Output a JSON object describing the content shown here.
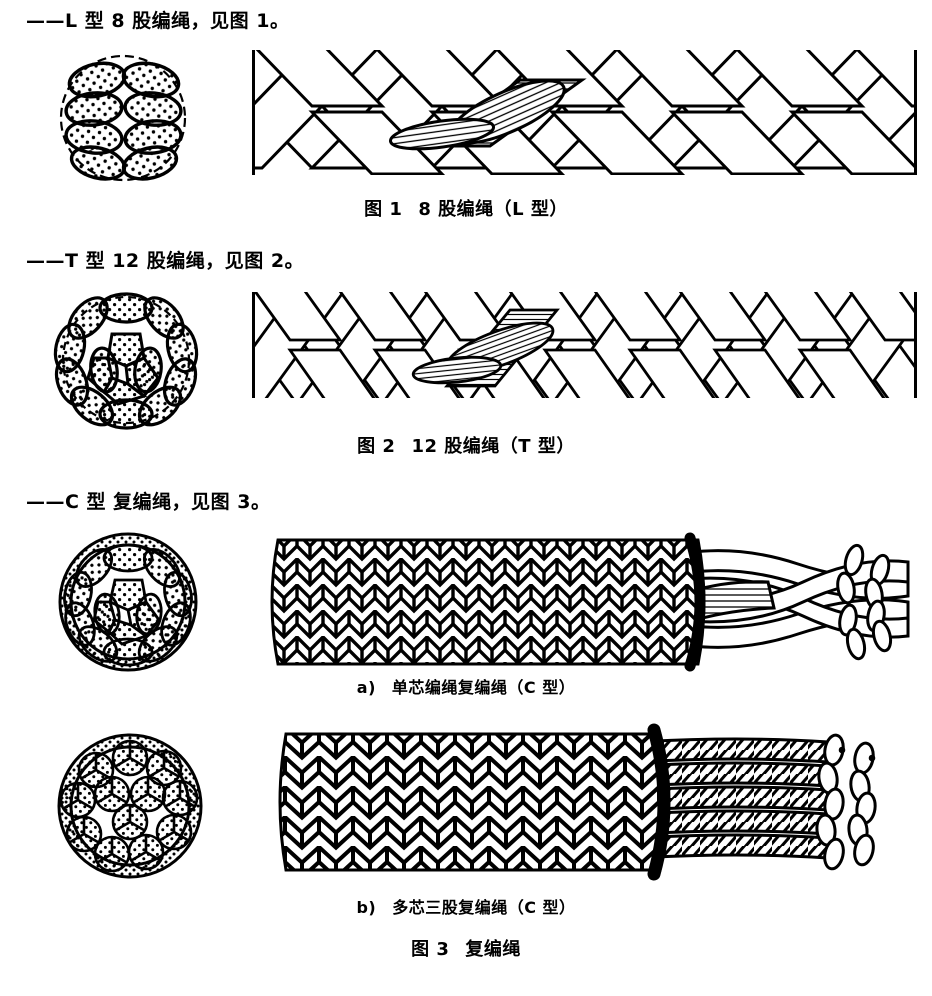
{
  "document": {
    "type": "technical-standard-figure-page",
    "language": "zh-CN"
  },
  "sections": [
    {
      "lead_text": "——L 型 8 股编绳，见图 1。",
      "figure_caption_label": "图 1",
      "figure_caption_title": "8 股编绳（L 型）",
      "cross_section": {
        "strand_count": 8,
        "style": "dashed-outline-circle-with-8-stippled-ellipses"
      },
      "side_view": {
        "style": "8-strand-braid",
        "hatched_strand": true
      }
    },
    {
      "lead_text": "——T 型 12 股编绳，见图 2。",
      "figure_caption_label": "图 2",
      "figure_caption_title": "12 股编绳（T 型）",
      "cross_section": {
        "strand_count": 12,
        "style": "dashed-outline-circle-with-12-stippled-ellipses-and-core"
      },
      "side_view": {
        "style": "12-strand-braid",
        "hatched_strand": true
      }
    },
    {
      "lead_text": "——C 型 复编绳，见图 3。",
      "figure_caption_label": "图 3",
      "figure_caption_title": "复编绳",
      "sub_figures": [
        {
          "label": "a)",
          "title": "单芯编绳复编绳（C 型）",
          "cross_section": {
            "style": "stippled-outer-sheath-ring-with-12-strand-core"
          },
          "side_view": {
            "style": "fine-herringbone-braided-sheath-with-exposed-braided-core"
          }
        },
        {
          "label": "b)",
          "title": "多芯三股复编绳（C 型）",
          "cross_section": {
            "style": "stippled-outer-sheath-ring-with-multiple-three-strand-sub-ropes"
          },
          "side_view": {
            "style": "coarse-herringbone-braided-sheath-with-exposed-multiple-twisted-cores"
          }
        }
      ]
    }
  ],
  "colors": {
    "ink": "#000000",
    "paper": "#ffffff",
    "hatch": "#000000"
  }
}
